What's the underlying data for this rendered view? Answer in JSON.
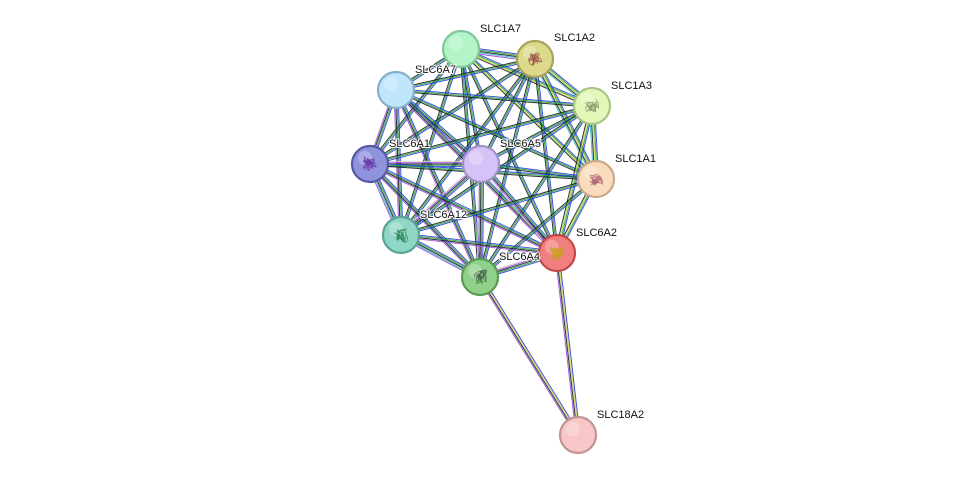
{
  "network": {
    "nodes": [
      {
        "id": "SLC1A7",
        "label": "SLC1A7",
        "fill": "#b3f5c8",
        "stroke": "#7fc699",
        "has_structure": false
      },
      {
        "id": "SLC1A2",
        "label": "SLC1A2",
        "fill": "#dcd98a",
        "stroke": "#a6a35a",
        "has_structure": true,
        "glyph_color": "#9c5a4a"
      },
      {
        "id": "SLC6A7",
        "label": "SLC6A7",
        "fill": "#bfe6fb",
        "stroke": "#86afc9",
        "has_structure": false
      },
      {
        "id": "SLC1A3",
        "label": "SLC1A3",
        "fill": "#e2f7b8",
        "stroke": "#a9c486",
        "has_structure": true,
        "glyph_color": "#8a9a6a"
      },
      {
        "id": "SLC6A5",
        "label": "SLC6A5",
        "fill": "#d6c2f7",
        "stroke": "#a093c2",
        "has_structure": false
      },
      {
        "id": "SLC6A1",
        "label": "SLC6A1",
        "fill": "#8f93dc",
        "stroke": "#5559a3",
        "has_structure": true,
        "glyph_color": "#6a3aa8"
      },
      {
        "id": "SLC1A1",
        "label": "SLC1A1",
        "fill": "#f9dcbd",
        "stroke": "#c9a888",
        "has_structure": true,
        "glyph_color": "#b06a78"
      },
      {
        "id": "SLC6A12",
        "label": "SLC6A12",
        "fill": "#8fd6c6",
        "stroke": "#5aa394",
        "has_structure": true,
        "glyph_color": "#2f8a5a"
      },
      {
        "id": "SLC6A2",
        "label": "SLC6A2",
        "fill": "#f27f7f",
        "stroke": "#c24848",
        "has_structure": true,
        "glyph_color": "#c8a020"
      },
      {
        "id": "SLC6A4",
        "label": "SLC6A4",
        "fill": "#8fd08a",
        "stroke": "#5a9a55",
        "has_structure": true,
        "glyph_color": "#4a6a4a"
      },
      {
        "id": "SLC18A2",
        "label": "SLC18A2",
        "fill": "#f7c6c6",
        "stroke": "#c29393",
        "has_structure": false
      }
    ],
    "edge_colors": {
      "a": "#2a3cd8",
      "b": "#21a33a",
      "c": "#c4d43a",
      "d": "#1a1a1a",
      "e": "#2fb8c8",
      "f": "#9a4ad8",
      "g": "#d0d0d0"
    },
    "edges": [
      {
        "from": "SLC1A7",
        "to": "SLC1A2",
        "colors": [
          "a",
          "b",
          "d",
          "e",
          "f"
        ]
      },
      {
        "from": "SLC1A7",
        "to": "SLC6A7",
        "colors": [
          "a",
          "b",
          "d"
        ]
      },
      {
        "from": "SLC1A7",
        "to": "SLC1A3",
        "colors": [
          "a",
          "b",
          "c",
          "d"
        ]
      },
      {
        "from": "SLC1A7",
        "to": "SLC6A5",
        "colors": [
          "a",
          "b",
          "d"
        ]
      },
      {
        "from": "SLC1A7",
        "to": "SLC6A1",
        "colors": [
          "a",
          "b",
          "d"
        ]
      },
      {
        "from": "SLC1A7",
        "to": "SLC1A1",
        "colors": [
          "a",
          "b",
          "c",
          "d"
        ]
      },
      {
        "from": "SLC1A7",
        "to": "SLC6A12",
        "colors": [
          "a",
          "b",
          "d"
        ]
      },
      {
        "from": "SLC1A7",
        "to": "SLC6A2",
        "colors": [
          "a",
          "b",
          "d"
        ]
      },
      {
        "from": "SLC1A7",
        "to": "SLC6A4",
        "colors": [
          "a",
          "b",
          "d"
        ]
      },
      {
        "from": "SLC1A2",
        "to": "SLC6A7",
        "colors": [
          "a",
          "b",
          "d"
        ]
      },
      {
        "from": "SLC1A2",
        "to": "SLC1A3",
        "colors": [
          "a",
          "b",
          "c",
          "d",
          "e"
        ]
      },
      {
        "from": "SLC1A2",
        "to": "SLC6A5",
        "colors": [
          "a",
          "b",
          "d"
        ]
      },
      {
        "from": "SLC1A2",
        "to": "SLC6A1",
        "colors": [
          "a",
          "b",
          "d"
        ]
      },
      {
        "from": "SLC1A2",
        "to": "SLC1A1",
        "colors": [
          "a",
          "b",
          "c",
          "d",
          "e"
        ]
      },
      {
        "from": "SLC1A2",
        "to": "SLC6A12",
        "colors": [
          "a",
          "b",
          "d"
        ]
      },
      {
        "from": "SLC1A2",
        "to": "SLC6A2",
        "colors": [
          "a",
          "b",
          "d"
        ]
      },
      {
        "from": "SLC1A2",
        "to": "SLC6A4",
        "colors": [
          "a",
          "b",
          "d"
        ]
      },
      {
        "from": "SLC6A7",
        "to": "SLC1A3",
        "colors": [
          "a",
          "b",
          "d"
        ]
      },
      {
        "from": "SLC6A7",
        "to": "SLC6A5",
        "colors": [
          "a",
          "b",
          "d",
          "f"
        ]
      },
      {
        "from": "SLC6A7",
        "to": "SLC6A1",
        "colors": [
          "a",
          "b",
          "d",
          "f"
        ]
      },
      {
        "from": "SLC6A7",
        "to": "SLC1A1",
        "colors": [
          "a",
          "b",
          "d"
        ]
      },
      {
        "from": "SLC6A7",
        "to": "SLC6A12",
        "colors": [
          "a",
          "b",
          "d",
          "f"
        ]
      },
      {
        "from": "SLC6A7",
        "to": "SLC6A2",
        "colors": [
          "a",
          "b",
          "d",
          "f"
        ]
      },
      {
        "from": "SLC6A7",
        "to": "SLC6A4",
        "colors": [
          "a",
          "b",
          "d",
          "f"
        ]
      },
      {
        "from": "SLC1A3",
        "to": "SLC6A5",
        "colors": [
          "a",
          "b",
          "d"
        ]
      },
      {
        "from": "SLC1A3",
        "to": "SLC6A1",
        "colors": [
          "a",
          "b",
          "d"
        ]
      },
      {
        "from": "SLC1A3",
        "to": "SLC1A1",
        "colors": [
          "a",
          "b",
          "c",
          "d",
          "e"
        ]
      },
      {
        "from": "SLC1A3",
        "to": "SLC6A12",
        "colors": [
          "a",
          "b",
          "d"
        ]
      },
      {
        "from": "SLC1A3",
        "to": "SLC6A2",
        "colors": [
          "a",
          "b",
          "c",
          "d"
        ]
      },
      {
        "from": "SLC1A3",
        "to": "SLC6A4",
        "colors": [
          "a",
          "b",
          "d"
        ]
      },
      {
        "from": "SLC6A5",
        "to": "SLC6A1",
        "colors": [
          "a",
          "b",
          "d",
          "f",
          "g"
        ]
      },
      {
        "from": "SLC6A5",
        "to": "SLC1A1",
        "colors": [
          "a",
          "b",
          "d"
        ]
      },
      {
        "from": "SLC6A5",
        "to": "SLC6A12",
        "colors": [
          "a",
          "b",
          "d",
          "f",
          "g"
        ]
      },
      {
        "from": "SLC6A5",
        "to": "SLC6A2",
        "colors": [
          "a",
          "b",
          "d",
          "f",
          "g"
        ]
      },
      {
        "from": "SLC6A5",
        "to": "SLC6A4",
        "colors": [
          "a",
          "b",
          "d",
          "f",
          "g"
        ]
      },
      {
        "from": "SLC6A1",
        "to": "SLC1A1",
        "colors": [
          "a",
          "b",
          "d"
        ]
      },
      {
        "from": "SLC6A1",
        "to": "SLC6A12",
        "colors": [
          "a",
          "b",
          "d",
          "e",
          "f"
        ]
      },
      {
        "from": "SLC6A1",
        "to": "SLC6A2",
        "colors": [
          "a",
          "b",
          "d",
          "f"
        ]
      },
      {
        "from": "SLC6A1",
        "to": "SLC6A4",
        "colors": [
          "a",
          "b",
          "d",
          "f"
        ]
      },
      {
        "from": "SLC1A1",
        "to": "SLC6A12",
        "colors": [
          "a",
          "b",
          "d"
        ]
      },
      {
        "from": "SLC1A1",
        "to": "SLC6A2",
        "colors": [
          "a",
          "b",
          "c",
          "d"
        ]
      },
      {
        "from": "SLC1A1",
        "to": "SLC6A4",
        "colors": [
          "a",
          "b",
          "d"
        ]
      },
      {
        "from": "SLC6A12",
        "to": "SLC6A2",
        "colors": [
          "a",
          "b",
          "d",
          "f"
        ]
      },
      {
        "from": "SLC6A12",
        "to": "SLC6A4",
        "colors": [
          "a",
          "b",
          "d",
          "e",
          "f"
        ]
      },
      {
        "from": "SLC6A2",
        "to": "SLC6A4",
        "colors": [
          "a",
          "b",
          "d",
          "f",
          "g"
        ]
      },
      {
        "from": "SLC6A4",
        "to": "SLC18A2",
        "colors": [
          "a",
          "c",
          "d",
          "f"
        ]
      },
      {
        "from": "SLC6A2",
        "to": "SLC18A2",
        "colors": [
          "a",
          "c",
          "d",
          "f"
        ]
      }
    ]
  }
}
